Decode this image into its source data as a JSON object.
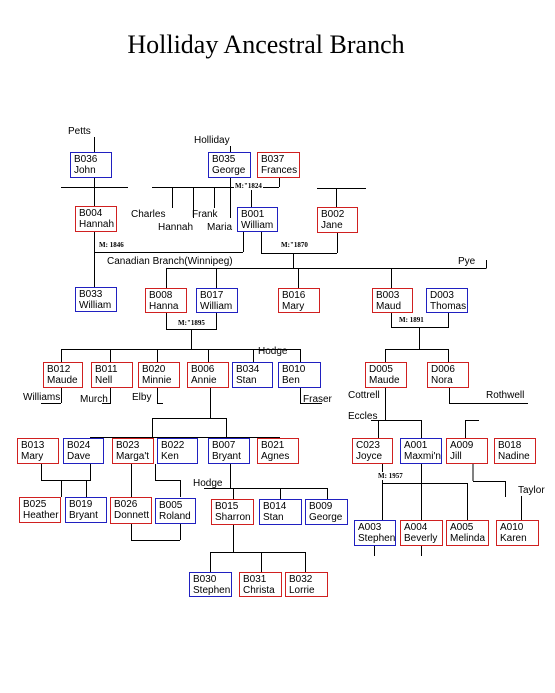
{
  "title": "Holliday Ancestral Branch",
  "colors": {
    "male": "#2020c0",
    "female": "#d02020",
    "line": "#000000"
  },
  "people": [
    {
      "id": "B036",
      "name": "John",
      "sex": "m"
    },
    {
      "id": "B035",
      "name": "George",
      "sex": "m"
    },
    {
      "id": "B037",
      "name": "Frances",
      "sex": "f"
    },
    {
      "id": "B004",
      "name": "Hannah",
      "sex": "f"
    },
    {
      "id": "B001",
      "name": "William",
      "sex": "m"
    },
    {
      "id": "B002",
      "name": "Jane",
      "sex": "f"
    },
    {
      "id": "B033",
      "name": "William",
      "sex": "m"
    },
    {
      "id": "B008",
      "name": "Hanna",
      "sex": "f"
    },
    {
      "id": "B017",
      "name": "William",
      "sex": "m"
    },
    {
      "id": "B016",
      "name": "Mary",
      "sex": "f"
    },
    {
      "id": "B003",
      "name": "Maud",
      "sex": "f"
    },
    {
      "id": "D003",
      "name": "Thomas",
      "sex": "m"
    },
    {
      "id": "B012",
      "name": "Maude",
      "sex": "f"
    },
    {
      "id": "B011",
      "name": "Nell",
      "sex": "f"
    },
    {
      "id": "B020",
      "name": "Minnie",
      "sex": "f"
    },
    {
      "id": "B006",
      "name": "Annie",
      "sex": "f"
    },
    {
      "id": "B034",
      "name": "Stan",
      "sex": "m"
    },
    {
      "id": "B010",
      "name": "Ben",
      "sex": "m"
    },
    {
      "id": "D005",
      "name": "Maude",
      "sex": "f"
    },
    {
      "id": "D006",
      "name": "Nora",
      "sex": "f"
    },
    {
      "id": "B013",
      "name": "Mary",
      "sex": "f"
    },
    {
      "id": "B024",
      "name": "Dave",
      "sex": "m"
    },
    {
      "id": "B023",
      "name": "Marga't",
      "sex": "f"
    },
    {
      "id": "B022",
      "name": "Ken",
      "sex": "m"
    },
    {
      "id": "B007",
      "name": "Bryant",
      "sex": "m"
    },
    {
      "id": "B021",
      "name": "Agnes",
      "sex": "f"
    },
    {
      "id": "C023",
      "name": "Joyce",
      "sex": "f"
    },
    {
      "id": "A001",
      "name": "Maxmi'n",
      "sex": "m"
    },
    {
      "id": "A009",
      "name": "Jill",
      "sex": "f"
    },
    {
      "id": "B018",
      "name": "Nadine",
      "sex": "f"
    },
    {
      "id": "B025",
      "name": "Heather",
      "sex": "f"
    },
    {
      "id": "B019",
      "name": "Bryant",
      "sex": "m"
    },
    {
      "id": "B026",
      "name": "Donnett",
      "sex": "f"
    },
    {
      "id": "B005",
      "name": "Roland",
      "sex": "m"
    },
    {
      "id": "B015",
      "name": "Sharron",
      "sex": "f"
    },
    {
      "id": "B014",
      "name": "Stan",
      "sex": "m"
    },
    {
      "id": "B009",
      "name": "George",
      "sex": "m"
    },
    {
      "id": "A003",
      "name": "Stephen",
      "sex": "m"
    },
    {
      "id": "A004",
      "name": "Beverly",
      "sex": "f"
    },
    {
      "id": "A005",
      "name": "Melinda",
      "sex": "f"
    },
    {
      "id": "A010",
      "name": "Karen",
      "sex": "f"
    },
    {
      "id": "B030",
      "name": "Stephen",
      "sex": "m"
    },
    {
      "id": "B031",
      "name": "Christa",
      "sex": "f"
    },
    {
      "id": "B032",
      "name": "Lorrie",
      "sex": "f"
    }
  ],
  "labels": [
    "Petts",
    "Holliday",
    "Charles",
    "Hannah",
    "Frank",
    "Maria",
    "Canadian Branch(Winnipeg)",
    "Pye",
    "Hodge",
    "Williams",
    "Murch",
    "Elby",
    "Fraser",
    "Cottrell",
    "Rothwell",
    "Eccles",
    "Hodge",
    "Taylor"
  ],
  "marriages": [
    "M:\"1824",
    "M: 1846",
    "M:\"1870",
    "M:\"1895",
    "M: 1891",
    "M: 1957"
  ]
}
